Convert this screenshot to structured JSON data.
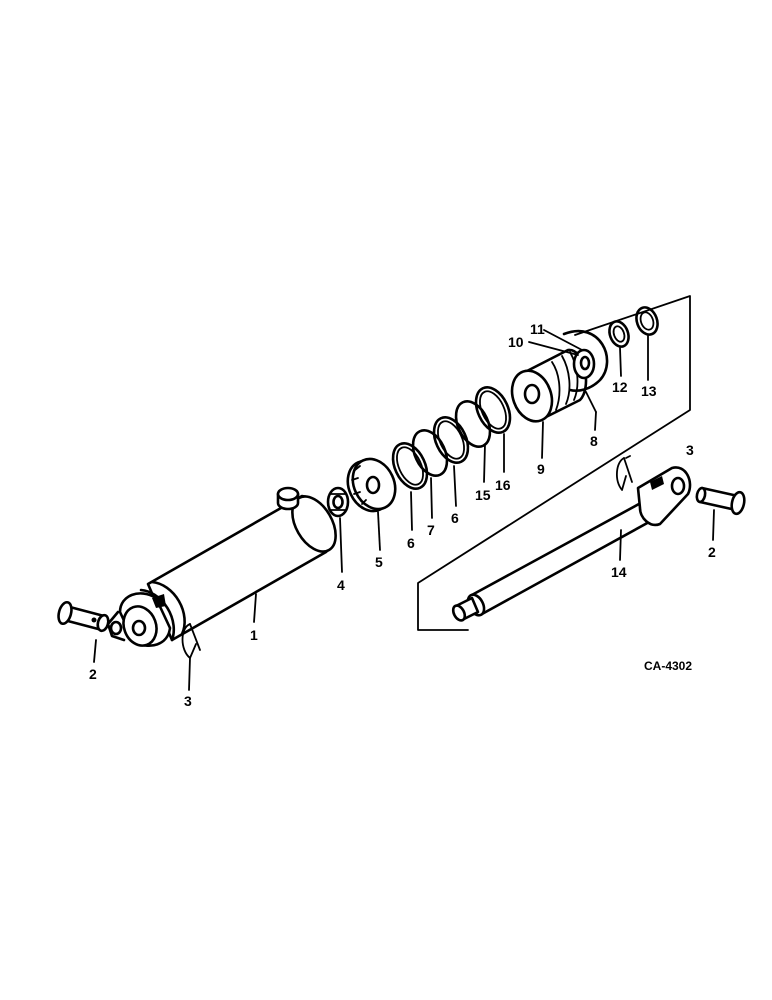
{
  "diagram": {
    "figure_code": "CA-4302",
    "callouts": {
      "c1": "1",
      "c2a": "2",
      "c2b": "2",
      "c3a": "3",
      "c3b": "3",
      "c4": "4",
      "c5": "5",
      "c6a": "6",
      "c6b": "6",
      "c7": "7",
      "c8": "8",
      "c9": "9",
      "c10": "10",
      "c11": "11",
      "c12": "12",
      "c13": "13",
      "c14": "14",
      "c15": "15",
      "c16": "16"
    }
  }
}
